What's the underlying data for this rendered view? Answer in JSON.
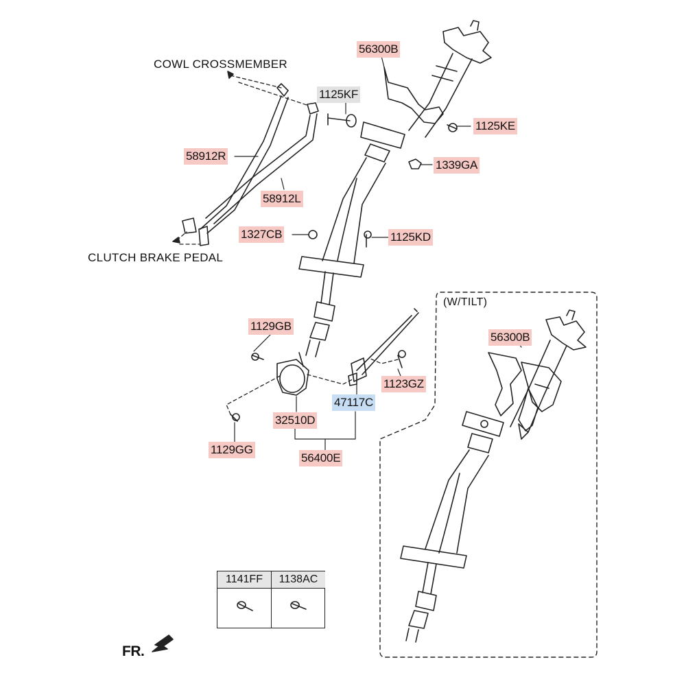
{
  "notes": {
    "cowl_crossmember": "COWL CROSSMEMBER",
    "clutch_brake_pedal": "CLUTCH  BRAKE  PEDAL",
    "tilt_variant": "(W/TILT)",
    "front": "FR."
  },
  "callouts": {
    "p56300B_main": "56300B",
    "p1125KF": "1125KF",
    "p1125KE": "1125KE",
    "p58912R": "58912R",
    "p1339GA": "1339GA",
    "p58912L": "58912L",
    "p1327CB": "1327CB",
    "p1125KD": "1125KD",
    "p1129GB": "1129GB",
    "p56300B_tilt": "56300B",
    "p1123GZ": "1123GZ",
    "p47117C": "47117C",
    "p32510D": "32510D",
    "p1129GG": "1129GG",
    "p56400E": "56400E"
  },
  "fastener_table": {
    "headers": [
      "1141FF",
      "1138AC"
    ]
  },
  "colors": {
    "callout_default": "#f7c9c5",
    "callout_highlight_grey": "#e2e2e2",
    "callout_highlight_blue": "#c6ddf4",
    "line": "#222222"
  }
}
